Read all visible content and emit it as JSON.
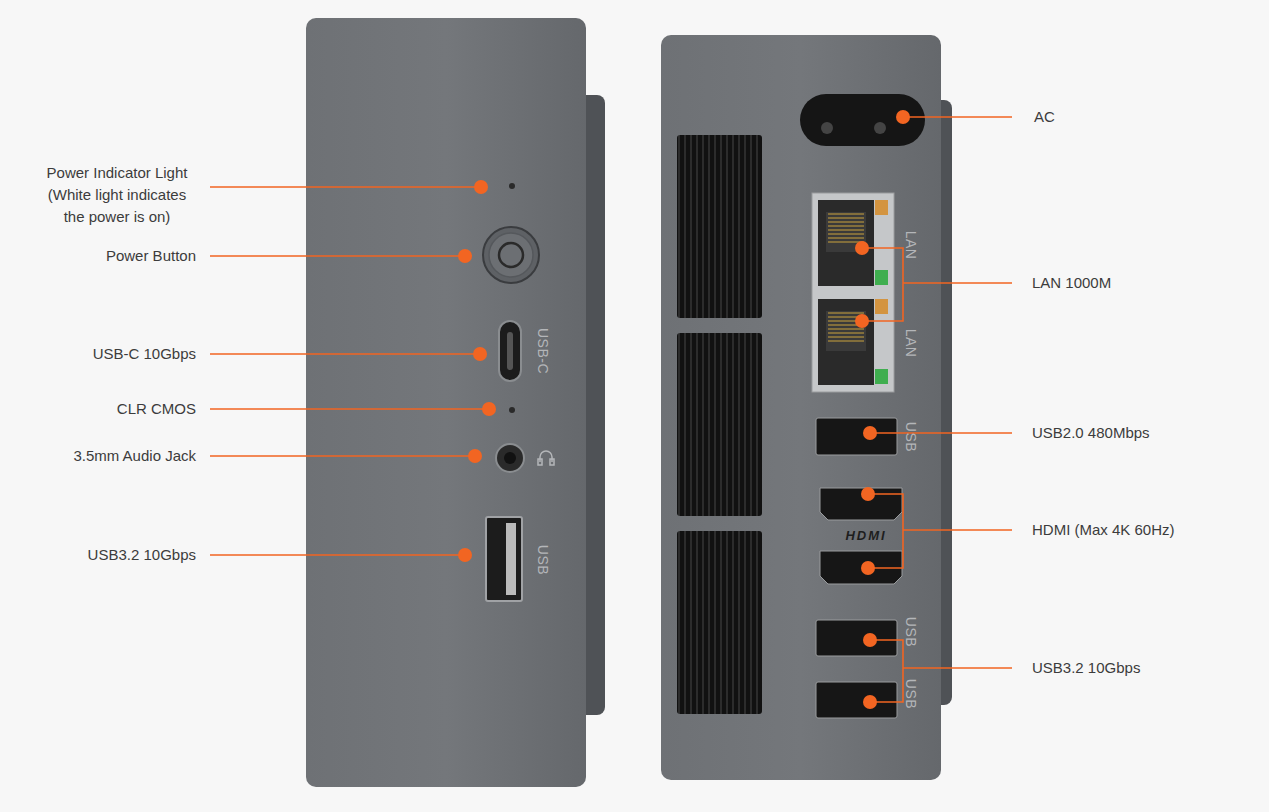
{
  "diagram": {
    "labels": [
      "Power Indicator Light (White light indicates the power is on)",
      "Power Button",
      "USB-C 10Gbps",
      "CLR CMOS",
      "3.5mm Audio Jack",
      "USB3.2 10Gbps",
      "USB-C",
      "USB",
      "AC",
      "LAN",
      "LAN",
      "LAN 1000M",
      "USB",
      "USB2.0 480Mbps",
      "HDMI",
      "HDMI (Max 4K 60Hz)",
      "USB",
      "USB",
      "USB3.2 10Gbps"
    ]
  }
}
